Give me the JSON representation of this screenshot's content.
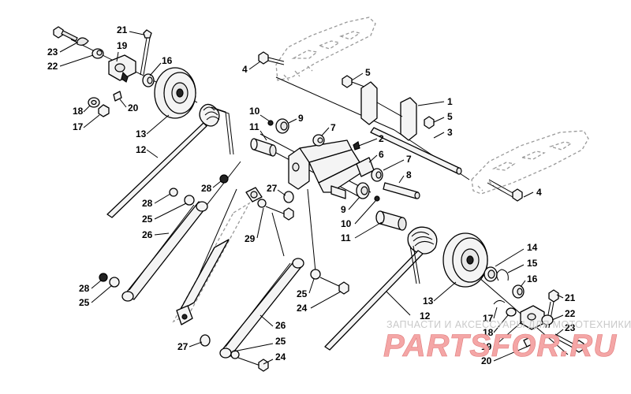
{
  "diagram": {
    "callouts": [
      {
        "label": "1"
      },
      {
        "label": "2"
      },
      {
        "label": "3"
      },
      {
        "label": "4"
      },
      {
        "label": "4"
      },
      {
        "label": "5"
      },
      {
        "label": "5"
      },
      {
        "label": "6"
      },
      {
        "label": "7"
      },
      {
        "label": "7"
      },
      {
        "label": "8"
      },
      {
        "label": "9"
      },
      {
        "label": "9"
      },
      {
        "label": "10"
      },
      {
        "label": "10"
      },
      {
        "label": "11"
      },
      {
        "label": "11"
      },
      {
        "label": "12"
      },
      {
        "label": "12"
      },
      {
        "label": "13"
      },
      {
        "label": "13"
      },
      {
        "label": "14"
      },
      {
        "label": "15"
      },
      {
        "label": "16"
      },
      {
        "label": "16"
      },
      {
        "label": "17"
      },
      {
        "label": "17"
      },
      {
        "label": "18"
      },
      {
        "label": "18"
      },
      {
        "label": "19"
      },
      {
        "label": "19"
      },
      {
        "label": "20"
      },
      {
        "label": "20"
      },
      {
        "label": "21"
      },
      {
        "label": "21"
      },
      {
        "label": "22"
      },
      {
        "label": "22"
      },
      {
        "label": "23"
      },
      {
        "label": "23"
      },
      {
        "label": "24"
      },
      {
        "label": "24"
      },
      {
        "label": "25"
      },
      {
        "label": "25"
      },
      {
        "label": "25"
      },
      {
        "label": "25"
      },
      {
        "label": "26"
      },
      {
        "label": "26"
      },
      {
        "label": "27"
      },
      {
        "label": "27"
      },
      {
        "label": "28"
      },
      {
        "label": "28"
      },
      {
        "label": "28"
      },
      {
        "label": "29"
      }
    ]
  },
  "watermark": {
    "tagline": "ЗАПЧАСТИ И АКСЕССУАРЫ ДЛЯ МОТОТЕХНИКИ",
    "logo": "PARTSFOR.RU"
  },
  "colors": {
    "line": "#000000",
    "background": "#ffffff",
    "rail_dash": "#999999",
    "watermark_logo": "#f4a6a6",
    "watermark_text": "#c9c9c9"
  }
}
